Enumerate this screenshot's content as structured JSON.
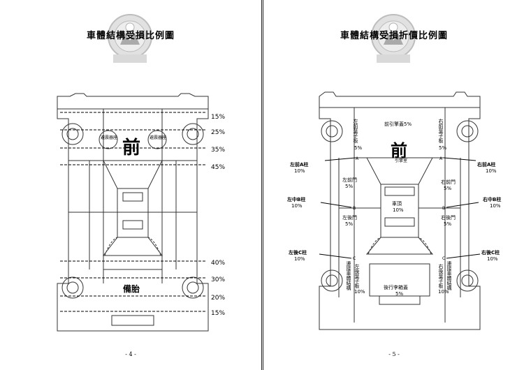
{
  "left_page": {
    "title": "車體結構受損比例圖",
    "page_number": "- 4 -",
    "front_label": "前",
    "spare_tire_label": "備胎",
    "suspension_label_1": "避震器座",
    "suspension_label_2": "避震器座",
    "percent_lines": [
      "15%",
      "25%",
      "35%",
      "45%",
      "40%",
      "30%",
      "20%",
      "15%"
    ]
  },
  "right_page": {
    "title": "車體結構受損折價比例圖",
    "page_number": "- 5 -",
    "front_label": "前",
    "hood_label": "前引擎蓋5%",
    "left_fender": "左前葉子板",
    "left_fender_pct": "5%",
    "right_fender": "右前葉子板",
    "right_fender_pct": "5%",
    "engine_label": "引擎室",
    "left_front_door": "左前門",
    "left_front_door_pct": "5%",
    "right_front_door": "右前門",
    "right_front_door_pct": "5%",
    "left_rear_door": "左後門",
    "left_rear_door_pct": "5%",
    "right_rear_door": "右後門",
    "right_rear_door_pct": "5%",
    "roof": "車頂",
    "roof_pct": "10%",
    "trunk": "後行李箱蓋",
    "trunk_pct": "5%",
    "left_rear_fender": "左後葉子板",
    "left_rear_fender_pct": "10%",
    "right_rear_fender": "右後葉子板",
    "right_rear_fender_pct": "10%",
    "left_rear_connect": "連接車體結構",
    "right_rear_connect": "連接車體結構",
    "pillar_left_a": "左前A柱",
    "pillar_left_a_pct": "10%",
    "pillar_right_a": "右前A柱",
    "pillar_right_a_pct": "10%",
    "pillar_left_b": "左中B柱",
    "pillar_left_b_pct": "10%",
    "pillar_right_b": "右中B柱",
    "pillar_right_b_pct": "10%",
    "pillar_left_c": "左後C柱",
    "pillar_left_c_pct": "10%",
    "pillar_right_c": "右後C柱",
    "pillar_right_c_pct": "10%"
  }
}
